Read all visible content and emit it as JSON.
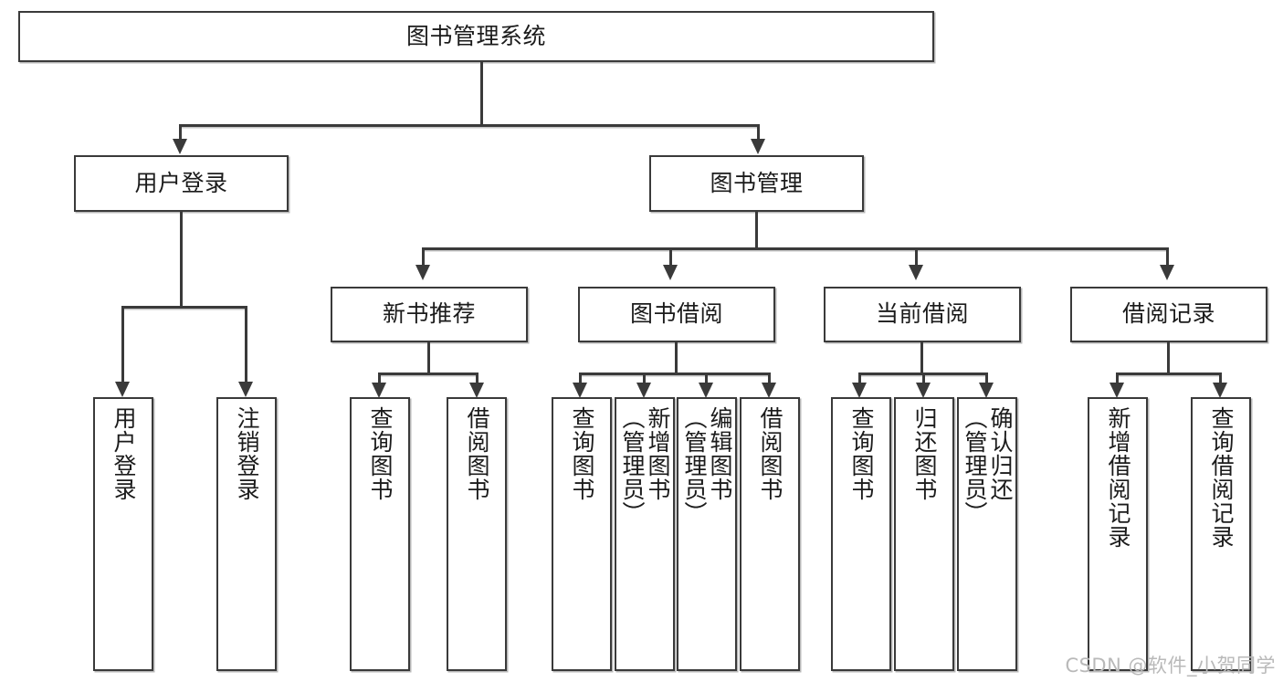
{
  "diagram": {
    "type": "tree",
    "title": "图书管理系统",
    "root": {
      "label": "图书管理系统"
    },
    "level2": [
      {
        "label": "用户登录"
      },
      {
        "label": "图书管理"
      }
    ],
    "level3": [
      {
        "label": "新书推荐"
      },
      {
        "label": "图书借阅"
      },
      {
        "label": "当前借阅"
      },
      {
        "label": "借阅记录"
      }
    ],
    "leaves": {
      "user_login": [
        {
          "label": "用户登录"
        },
        {
          "label": "注销登录"
        }
      ],
      "new_book_recommend": [
        {
          "label": "查询图书"
        },
        {
          "label": "借阅图书"
        }
      ],
      "book_borrow": [
        {
          "label": "查询图书"
        },
        {
          "label": "新增图书\n（管理员）"
        },
        {
          "label": "编辑图书\n（管理员）"
        },
        {
          "label": "借阅图书"
        }
      ],
      "current_borrow": [
        {
          "label": "查询图书"
        },
        {
          "label": "归还图书"
        },
        {
          "label": "确认归还\n（管理员）"
        }
      ],
      "borrow_record": [
        {
          "label": "新增借阅记录"
        },
        {
          "label": "查询借阅记录"
        }
      ]
    }
  },
  "watermark": {
    "text": "CSDN @软件_小贺同学"
  },
  "colors": {
    "stroke": "#3a3a3a",
    "fill": "#ffffff",
    "text": "#1b1b1b",
    "watermark": "#b9b9b9"
  }
}
